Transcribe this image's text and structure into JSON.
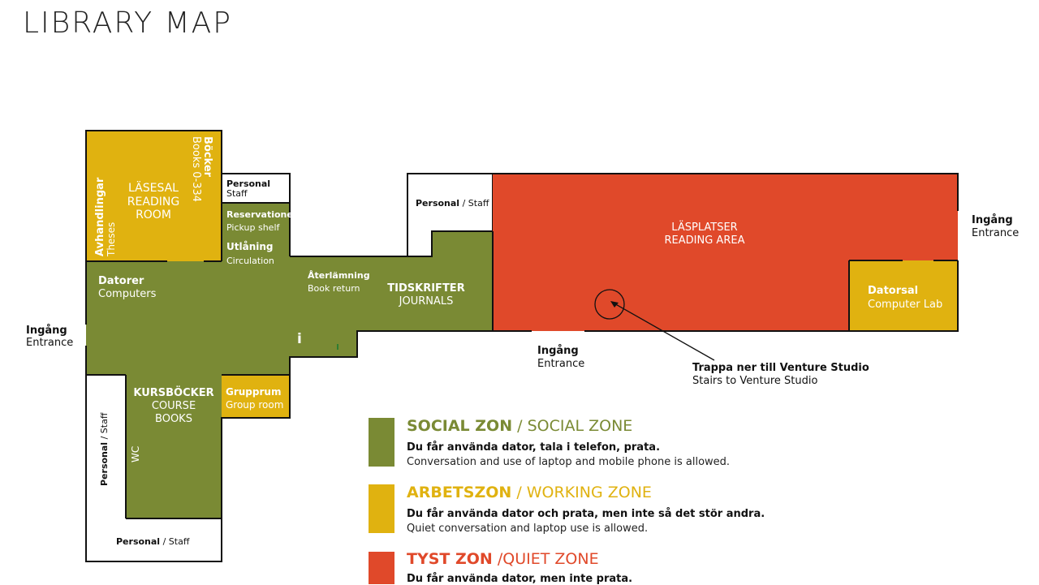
{
  "title": "LIBRARY MAP",
  "colors": {
    "social": "#7a8a34",
    "working": "#e0b210",
    "quiet": "#e0492a",
    "outline": "#111111"
  },
  "rooms": {
    "reading_room": {
      "sv": "LÄSESAL",
      "en1": "READING",
      "en2": "ROOM"
    },
    "books": {
      "sv": "Böcker",
      "en": "Books 0-334"
    },
    "theses": {
      "sv": "Avhandlingar",
      "en": "Theses"
    },
    "staff_top": {
      "sv": "Personal",
      "en": "Staff"
    },
    "reservations": {
      "sv": "Reservationer",
      "en": "Pickup shelf"
    },
    "circulation": {
      "sv": "Utlåning",
      "en": "Circulation"
    },
    "staff_mid": {
      "sv": "Personal",
      "sep": " / ",
      "en": "Staff"
    },
    "reading_area": {
      "sv": "LÄSPLATSER",
      "en": "READING AREA"
    },
    "computers": {
      "sv": "Datorer",
      "en": "Computers"
    },
    "book_return": {
      "sv": "Återlämning",
      "en": "Book return"
    },
    "journals": {
      "sv": "TIDSKRIFTER",
      "en": "JOURNALS"
    },
    "computer_lab": {
      "sv": "Datorsal",
      "en": "Computer Lab"
    },
    "info": "i",
    "course_books": {
      "sv": "KURSBÖCKER",
      "en1": "COURSE",
      "en2": "BOOKS"
    },
    "group_room": {
      "sv": "Grupprum",
      "en": "Group room"
    },
    "wc": "WC",
    "staff_left": {
      "sv": "Personal",
      "sep": " / ",
      "en": "Staff"
    },
    "staff_bottom": {
      "sv": "Personal",
      "sep": " / ",
      "en": "Staff"
    }
  },
  "entrances": {
    "left": {
      "sv": "Ingång",
      "en": "Entrance"
    },
    "right": {
      "sv": "Ingång",
      "en": "Entrance"
    },
    "bottom": {
      "sv": "Ingång",
      "en": "Entrance"
    }
  },
  "stairs": {
    "sv": "Trappa ner till Venture Studio",
    "en": "Stairs to Venture Studio"
  },
  "legend": [
    {
      "zone": "social",
      "title_sv": "SOCIAL ZON",
      "title_sep": " / ",
      "title_en": "SOCIAL ZONE",
      "line_sv": "Du får använda dator, tala i telefon, prata.",
      "line_en": "Conversation and use of laptop and mobile phone is allowed."
    },
    {
      "zone": "working",
      "title_sv": "ARBETSZON",
      "title_sep": " / ",
      "title_en": "WORKING ZONE",
      "line_sv": "Du får använda dator och prata, men inte så det stör andra.",
      "line_en": "Quiet conversation and laptop use is allowed."
    },
    {
      "zone": "quiet",
      "title_sv": "TYST ZON",
      "title_sep": " /",
      "title_en": "QUIET ZONE",
      "line_sv": "Du får använda dator, men inte prata.",
      "line_en": ""
    }
  ]
}
